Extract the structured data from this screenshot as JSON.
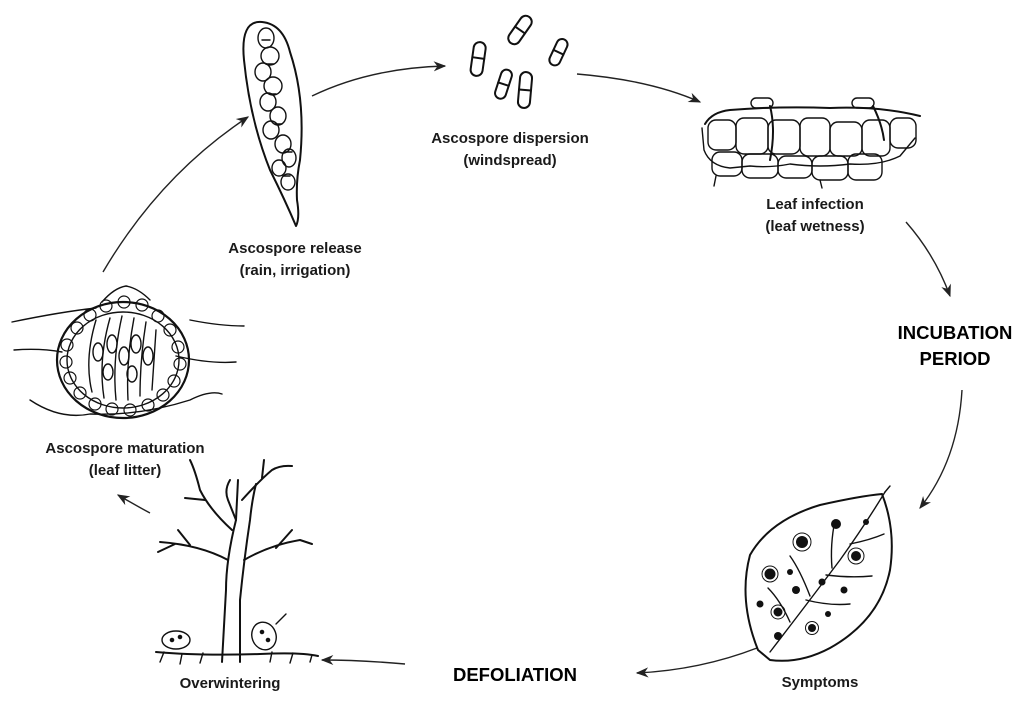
{
  "stages": {
    "ascospore_release": {
      "title": "Ascospore release",
      "note": "(rain, irrigation)"
    },
    "ascospore_dispersion": {
      "title": "Ascospore dispersion",
      "note": "(windspread)"
    },
    "leaf_infection": {
      "title": "Leaf infection",
      "note": "(leaf wetness)"
    },
    "incubation": {
      "line1": "INCUBATION",
      "line2": "PERIOD"
    },
    "symptoms": {
      "title": "Symptoms"
    },
    "defoliation": {
      "title": "DEFOLIATION"
    },
    "overwintering": {
      "title": "Overwintering"
    },
    "ascospore_maturation": {
      "title": "Ascospore maturation",
      "note": "(leaf litter)"
    }
  }
}
